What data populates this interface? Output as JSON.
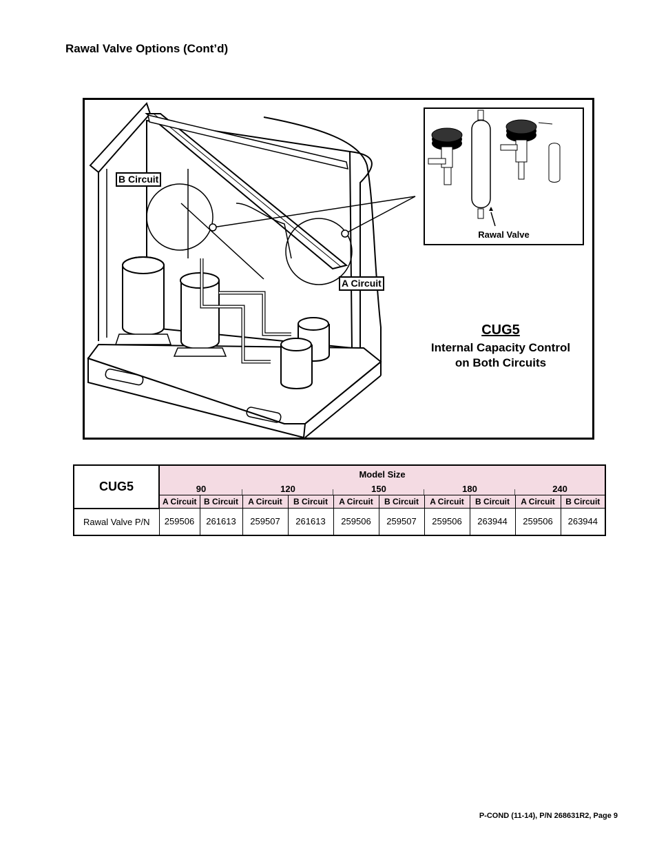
{
  "heading": "Rawal Valve Options (Cont’d)",
  "figure": {
    "callout_b": "B Circuit",
    "callout_a": "A Circuit",
    "inset_label": "Rawal Valve",
    "option_code": "CUG5",
    "option_desc_line1": "Internal Capacity Control",
    "option_desc_line2": "on Both Circuits"
  },
  "table": {
    "tag": "CUG5",
    "group_header": "Model Size",
    "sizes": [
      "90",
      "120",
      "150",
      "180",
      "240"
    ],
    "circuits": [
      "A Circuit",
      "B Circuit",
      "A Circuit",
      "B Circuit",
      "A Circuit",
      "B Circuit",
      "A Circuit",
      "B Circuit",
      "A Circuit",
      "B Circuit"
    ],
    "row_label": "Rawal Valve P/N",
    "values": [
      "259506",
      "261613",
      "259507",
      "261613",
      "259506",
      "259507",
      "259506",
      "263944",
      "259506",
      "263944"
    ]
  },
  "footer": "P-COND (11-14), P/N 268631R2, Page 9"
}
